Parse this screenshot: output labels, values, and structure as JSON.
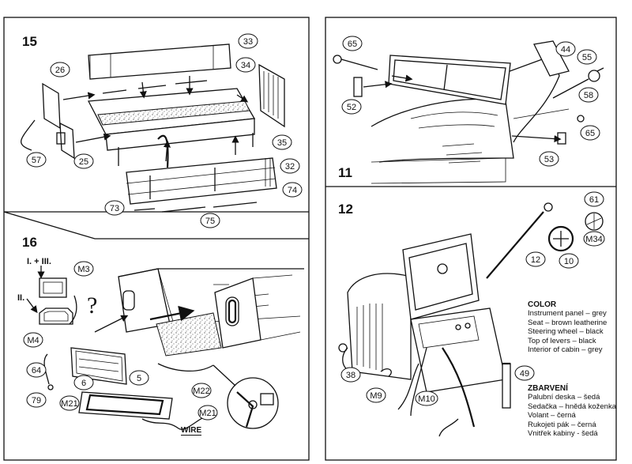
{
  "steps": {
    "s15": "15",
    "s16": "16",
    "s11": "11",
    "s12": "12"
  },
  "variants": {
    "v1": "I. + III.",
    "v2": "II."
  },
  "parts": {
    "p33": "33",
    "p34": "34",
    "p26": "26",
    "p35": "35",
    "p57": "57",
    "p25": "25",
    "p32": "32",
    "p74": "74",
    "p73": "73",
    "p75": "75",
    "p65a": "65",
    "p44": "44",
    "p55": "55",
    "p52": "52",
    "p58": "58",
    "p65b": "65",
    "p53": "53",
    "m3": "M3",
    "m4": "M4",
    "p64": "64",
    "p5": "5",
    "p6": "6",
    "m22": "M22",
    "p79": "79",
    "m21a": "M21",
    "m21b": "M21",
    "p61": "61",
    "m34": "M34",
    "p12": "12",
    "p10": "10",
    "p38": "38",
    "p49": "49",
    "m9": "M9",
    "m10": "M10"
  },
  "glyphs": {
    "question": "?"
  },
  "wire_label": "WIRE",
  "color_note": {
    "heading": "COLOR",
    "lines": [
      "Instrument panel – grey",
      "Seat  – brown leatherine",
      "Steering wheel – black",
      "Top of levers – black",
      "Interior of cabin – grey"
    ]
  },
  "zbarveni_note": {
    "heading": "ZBARVENÍ",
    "lines": [
      "Palubní deska – šedá",
      "Sedačka – hnědá koženka",
      "Volant – černá",
      "Rukojeti pák – černá",
      "Vnitřek kabiny - šedá"
    ]
  }
}
